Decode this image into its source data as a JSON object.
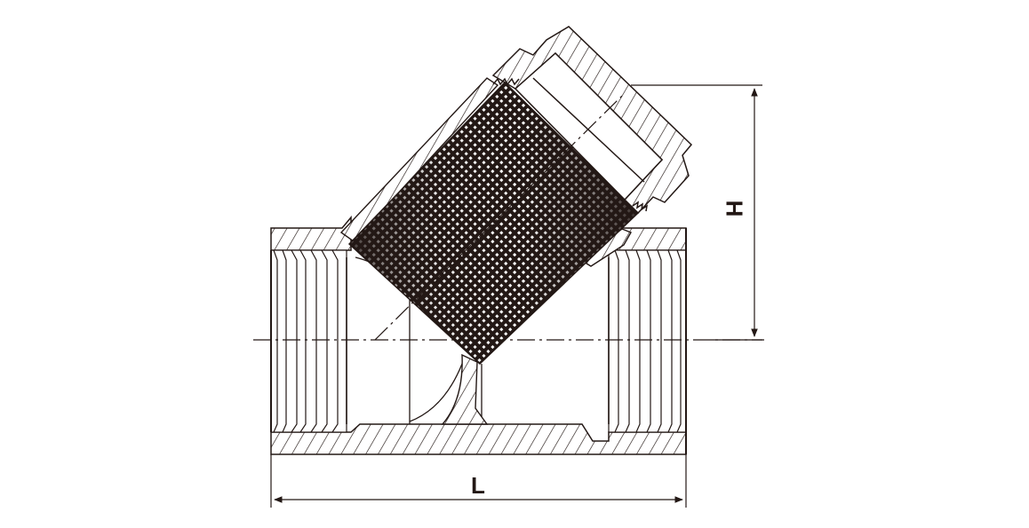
{
  "drawing": {
    "subject": "Y-strainer cross-section",
    "line_color": "#231815",
    "mesh_color": "#231815",
    "background": "#ffffff"
  },
  "dimensions": {
    "length": {
      "label": "L"
    },
    "height": {
      "label": "H"
    }
  }
}
